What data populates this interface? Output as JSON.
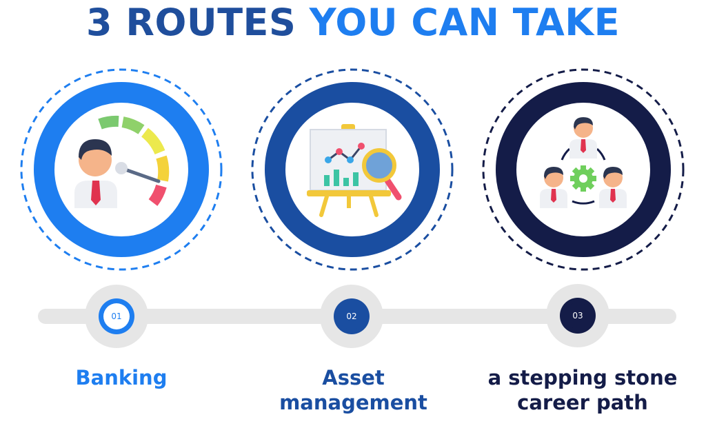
{
  "title": {
    "part1": "3 ROUTES",
    "part2": "YOU CAN TAKE"
  },
  "routes": [
    {
      "number": "01",
      "label": "Banking",
      "icon": "speedometer-person-icon",
      "color": "#1e7ef0"
    },
    {
      "number": "02",
      "label": "Asset management",
      "icon": "presentation-chart-icon",
      "color": "#1a4ea1"
    },
    {
      "number": "03",
      "label": "a stepping stone career path",
      "icon": "team-network-icon",
      "color": "#141c48"
    }
  ]
}
